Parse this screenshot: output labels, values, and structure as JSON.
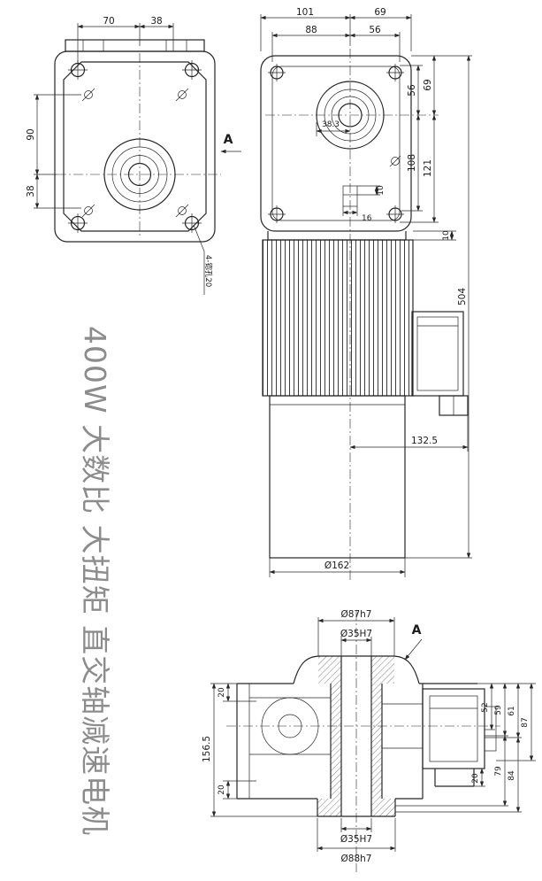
{
  "title": "400W 大数比 大扭矩 直交轴减速电机",
  "front_view": {
    "dim_top_1": "70",
    "dim_top_2": "38",
    "dim_left_1": "90",
    "dim_left_2": "38",
    "hole_note": "4-锪孔20",
    "view_arrow_label": "A"
  },
  "side_view": {
    "dim_top_outer_1": "101",
    "dim_top_outer_2": "69",
    "dim_top_inner_1": "88",
    "dim_top_inner_2": "56",
    "dim_center_offset": "38.3",
    "dim_right_inner_top": "56",
    "dim_right_outer_top": "69",
    "dim_right_inner_bottom": "108",
    "dim_right_outer_bottom": "121",
    "dim_flange_step": "10",
    "dim_boss_width": "16",
    "dim_boss_step": "10",
    "dim_overall_height": "504",
    "dim_center_to_box": "132.5",
    "dim_motor_diameter": "Ø162"
  },
  "section_view": {
    "dim_top_boss_dia": "Ø87h7",
    "dim_top_bore_dia": "Ø35H7",
    "view_arrow_label": "A",
    "dim_left_top": "20",
    "dim_left_overall": "156.5",
    "dim_left_bottom": "20",
    "dim_right_1": "52",
    "dim_right_2": "59",
    "dim_right_3": "61",
    "dim_right_4": "79",
    "dim_right_5": "84",
    "dim_right_6": "87",
    "dim_right_bottom": "20",
    "dim_bottom_bore_dia": "Ø35H7",
    "dim_bottom_boss_dia": "Ø88h7"
  }
}
